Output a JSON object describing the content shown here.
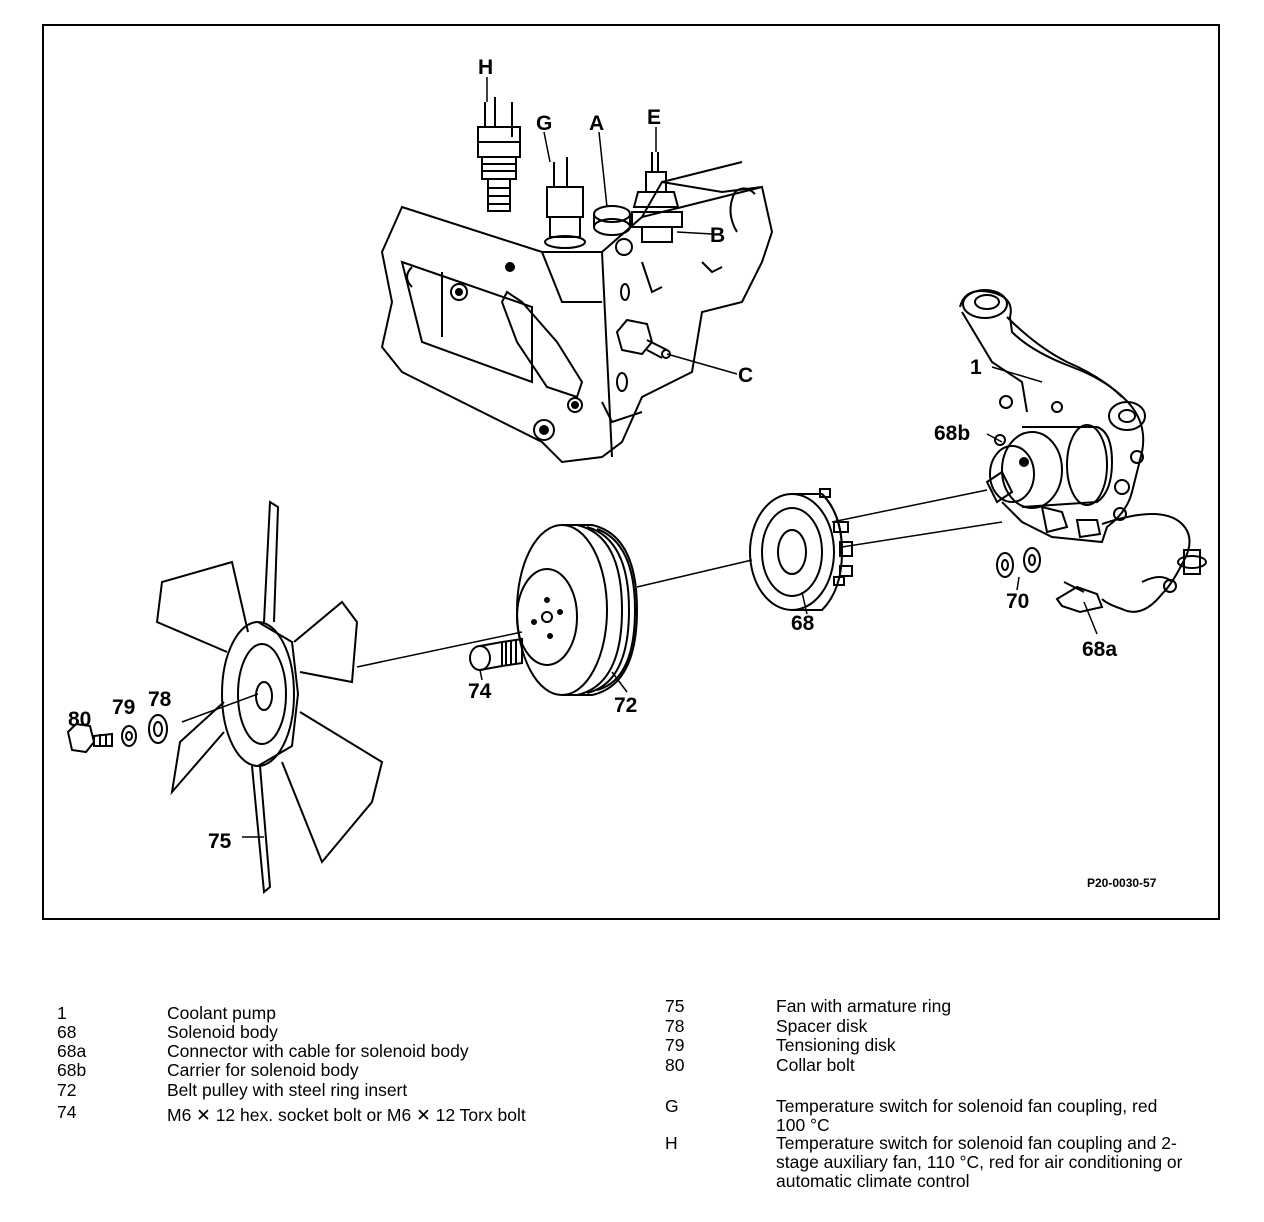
{
  "diagram": {
    "labels": {
      "H": "H",
      "G": "G",
      "A": "A",
      "E": "E",
      "B": "B",
      "C": "C",
      "n1": "1",
      "n68b": "68b",
      "n70": "70",
      "n68": "68",
      "n68a": "68a",
      "n72": "72",
      "n74": "74",
      "n75": "75",
      "n78": "78",
      "n79": "79",
      "n80": "80"
    },
    "drawing_code": "P20-0030-57"
  },
  "legend": {
    "left": [
      {
        "num": "1",
        "desc": "Coolant pump"
      },
      {
        "num": "68",
        "desc": "Solenoid body"
      },
      {
        "num": "68a",
        "desc": "Connector with cable for solenoid body"
      },
      {
        "num": "68b",
        "desc": "Carrier for solenoid body"
      },
      {
        "num": "72",
        "desc": "Belt pulley with steel ring insert"
      },
      {
        "num": "74",
        "desc": "M6 ✕ 12 hex. socket bolt or M6 ✕ 12 Torx bolt"
      }
    ],
    "right": [
      {
        "num": "75",
        "desc": "Fan with armature ring"
      },
      {
        "num": "78",
        "desc": "Spacer disk"
      },
      {
        "num": "79",
        "desc": "Tensioning disk"
      },
      {
        "num": "80",
        "desc": "Collar bolt"
      },
      {
        "num": "G",
        "desc": "Temperature switch for solenoid fan coupling, red 100 °C"
      },
      {
        "num": "H",
        "desc": "Temperature switch for solenoid fan coupling and 2-stage auxiliary fan, 110 °C, red for air conditioning or automatic climate control"
      }
    ]
  }
}
